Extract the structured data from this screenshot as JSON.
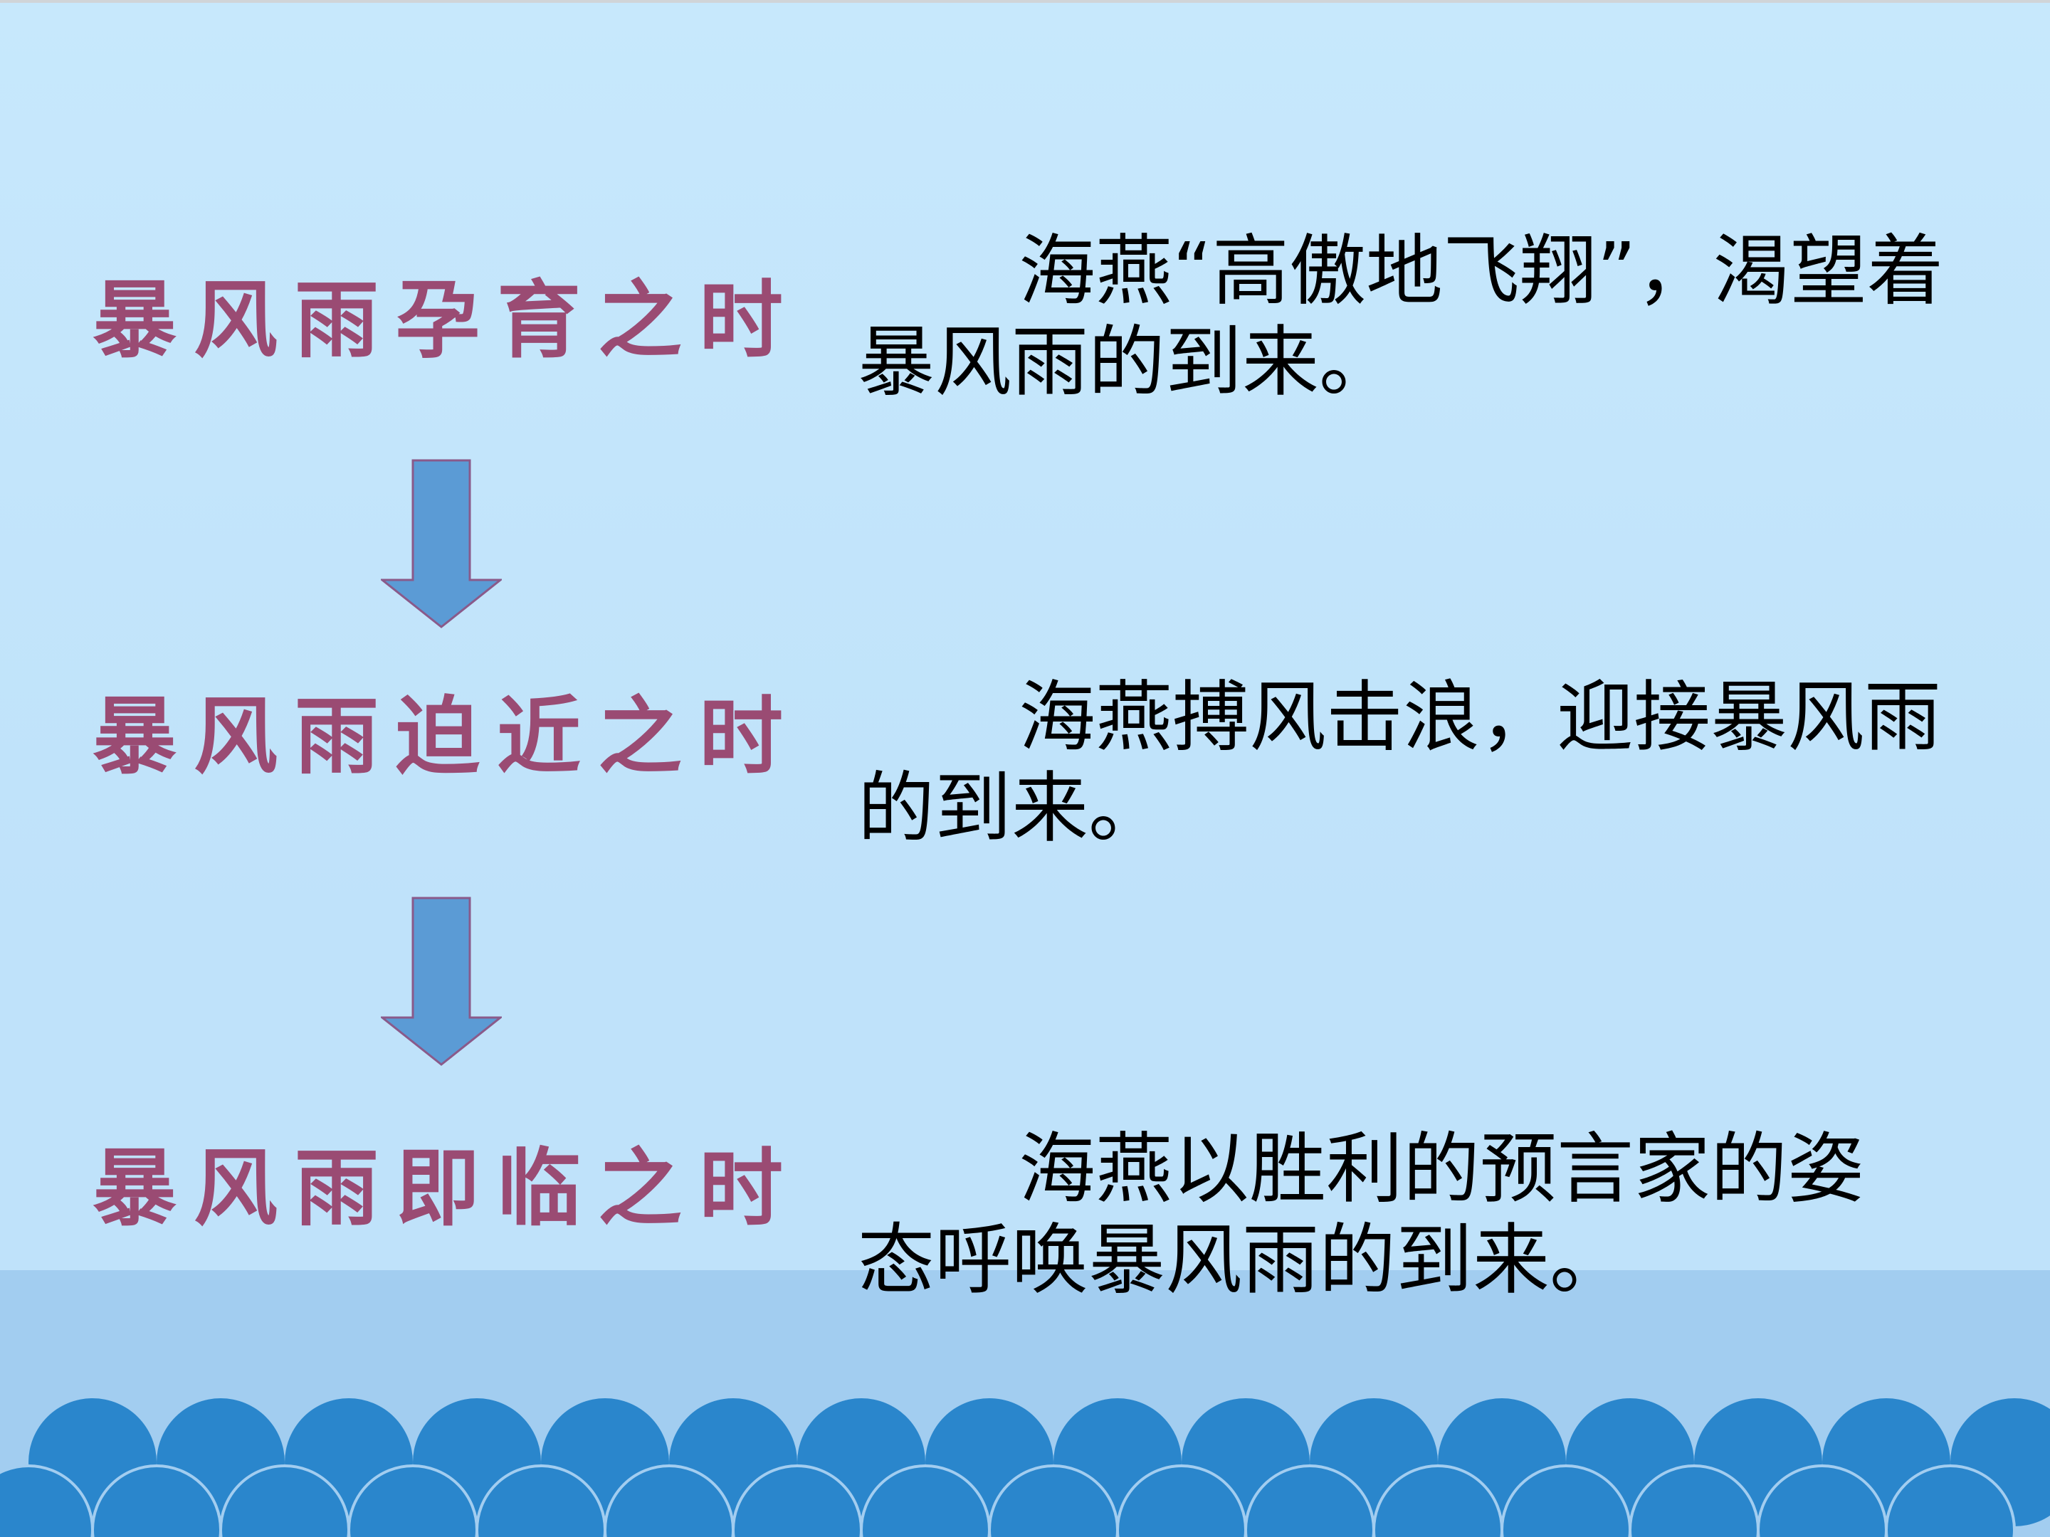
{
  "slide": {
    "stages": [
      {
        "label": "暴风雨孕育之时",
        "description": "海燕“高傲地飞翔”，渴望着暴风雨的到来。"
      },
      {
        "label": "暴风雨迫近之时",
        "description": "海燕搏风击浪，迎接暴风雨的到来。"
      },
      {
        "label": "暴风雨即临之时",
        "description": "海燕以胜利的预言家的姿态呼唤暴风雨的到来。"
      }
    ]
  },
  "colors": {
    "background": "#c5e6fb",
    "stage_label": "#9a4b73",
    "arrow_fill": "#5b9bd5",
    "arrow_stroke": "#8a5a8a",
    "wave": "#2a86cc",
    "band": "#a2cdf0"
  },
  "icons": {
    "arrow": "arrow-down-icon"
  }
}
